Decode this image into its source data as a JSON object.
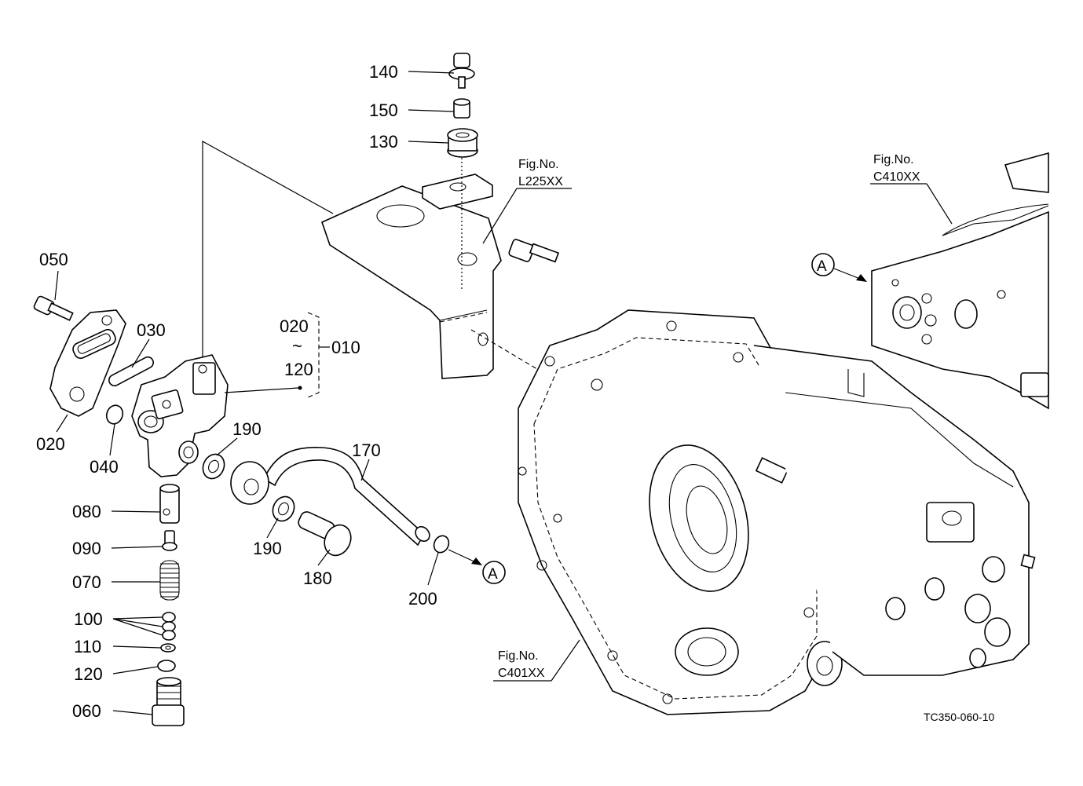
{
  "parts": {
    "p140": "140",
    "p150": "150",
    "p130": "130",
    "p050": "050",
    "p030": "030",
    "p020_top": "020",
    "p020": "020",
    "tilde": "~",
    "p120_top": "120",
    "p010": "010",
    "p040": "040",
    "p190_top": "190",
    "p170": "170",
    "p080": "080",
    "p090": "090",
    "p070": "070",
    "p100": "100",
    "p110": "110",
    "p120": "120",
    "p060": "060",
    "p190_bot": "190",
    "p180": "180",
    "p200": "200"
  },
  "refs": {
    "l225_title": "Fig.No.",
    "l225_code": "L225XX",
    "c410_title": "Fig.No.",
    "c410_code": "C410XX",
    "c401_title": "Fig.No.",
    "c401_code": "C401XX",
    "marker_a": "A"
  },
  "drawing_code": "TC350-060-10"
}
